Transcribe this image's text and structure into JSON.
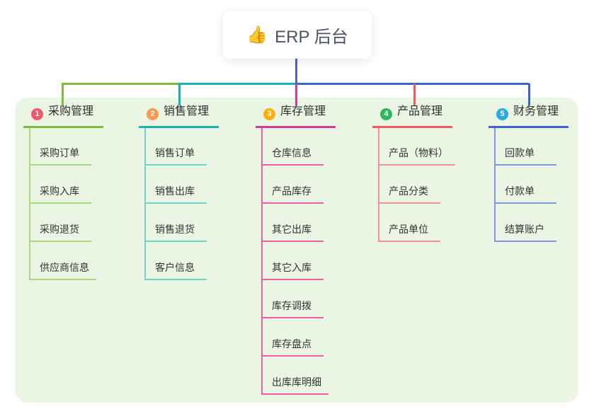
{
  "root": {
    "icon": "thumbs-up",
    "icon_glyph": "👍",
    "label": "ERP 后台"
  },
  "panel_color": "#EAF5E4",
  "connectors": {
    "trunk_color": "#4D63D2"
  },
  "branches": [
    {
      "index": "1",
      "label": "采购管理",
      "badge_color": "#F2586E",
      "line_color": "#7EBB40",
      "child_line_color": "#A8D87E",
      "children": [
        "采购订单",
        "采购入库",
        "采购退货",
        "供应商信息"
      ]
    },
    {
      "index": "2",
      "label": "销售管理",
      "badge_color": "#F79750",
      "line_color": "#14B4B6",
      "child_line_color": "#74D2C8",
      "children": [
        "销售订单",
        "销售出库",
        "销售退货",
        "客户信息"
      ]
    },
    {
      "index": "3",
      "label": "库存管理",
      "badge_color": "#FFAC0D",
      "line_color": "#D6399C",
      "child_line_color": "#F05CA5",
      "children": [
        "仓库信息",
        "产品库存",
        "其它出库",
        "其它入库",
        "库存调拨",
        "库存盘点",
        "出库库明细"
      ]
    },
    {
      "index": "4",
      "label": "产品管理",
      "badge_color": "#2FB55D",
      "line_color": "#F25B5B",
      "child_line_color": "#F49090",
      "children": [
        "产品（物料）",
        "产品分类",
        "产品单位"
      ]
    },
    {
      "index": "5",
      "label": "财务管理",
      "badge_color": "#2BA9E1",
      "line_color": "#3C63D2",
      "child_line_color": "#8298DE",
      "children": [
        "回款单",
        "付款单",
        "结算账户"
      ]
    }
  ]
}
